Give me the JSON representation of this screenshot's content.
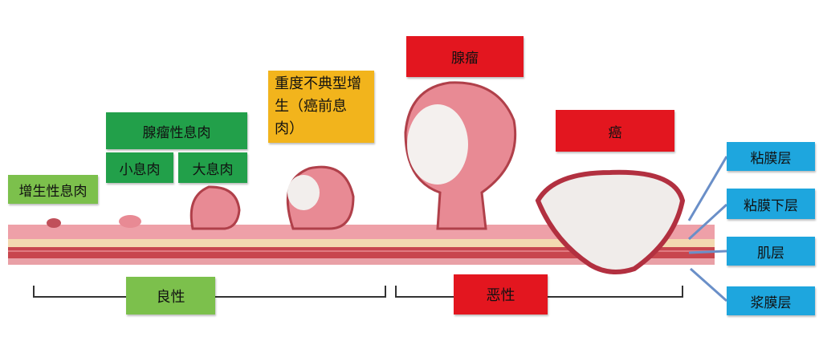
{
  "labels": {
    "hyperplastic_polyp": "增生性息肉",
    "adenomatous_polyp": "腺瘤性息肉",
    "small_polyp": "小息肉",
    "large_polyp": "大息肉",
    "severe_dysplasia": "重度不典型增生（癌前息肉）",
    "adenoma": "腺瘤",
    "cancer": "癌",
    "benign": "良性",
    "malignant": "恶性"
  },
  "layers": [
    "粘膜层",
    "粘膜下层",
    "肌层",
    "浆膜层"
  ],
  "colors": {
    "green": "#22a04a",
    "light_green": "#7cc04c",
    "yellow": "#f2b41c",
    "red": "#e3161f",
    "blue": "#1ea6de",
    "mucosa": "#eea0a8",
    "submucosa": "#f3d9b0",
    "muscle": "#c8464e"
  }
}
